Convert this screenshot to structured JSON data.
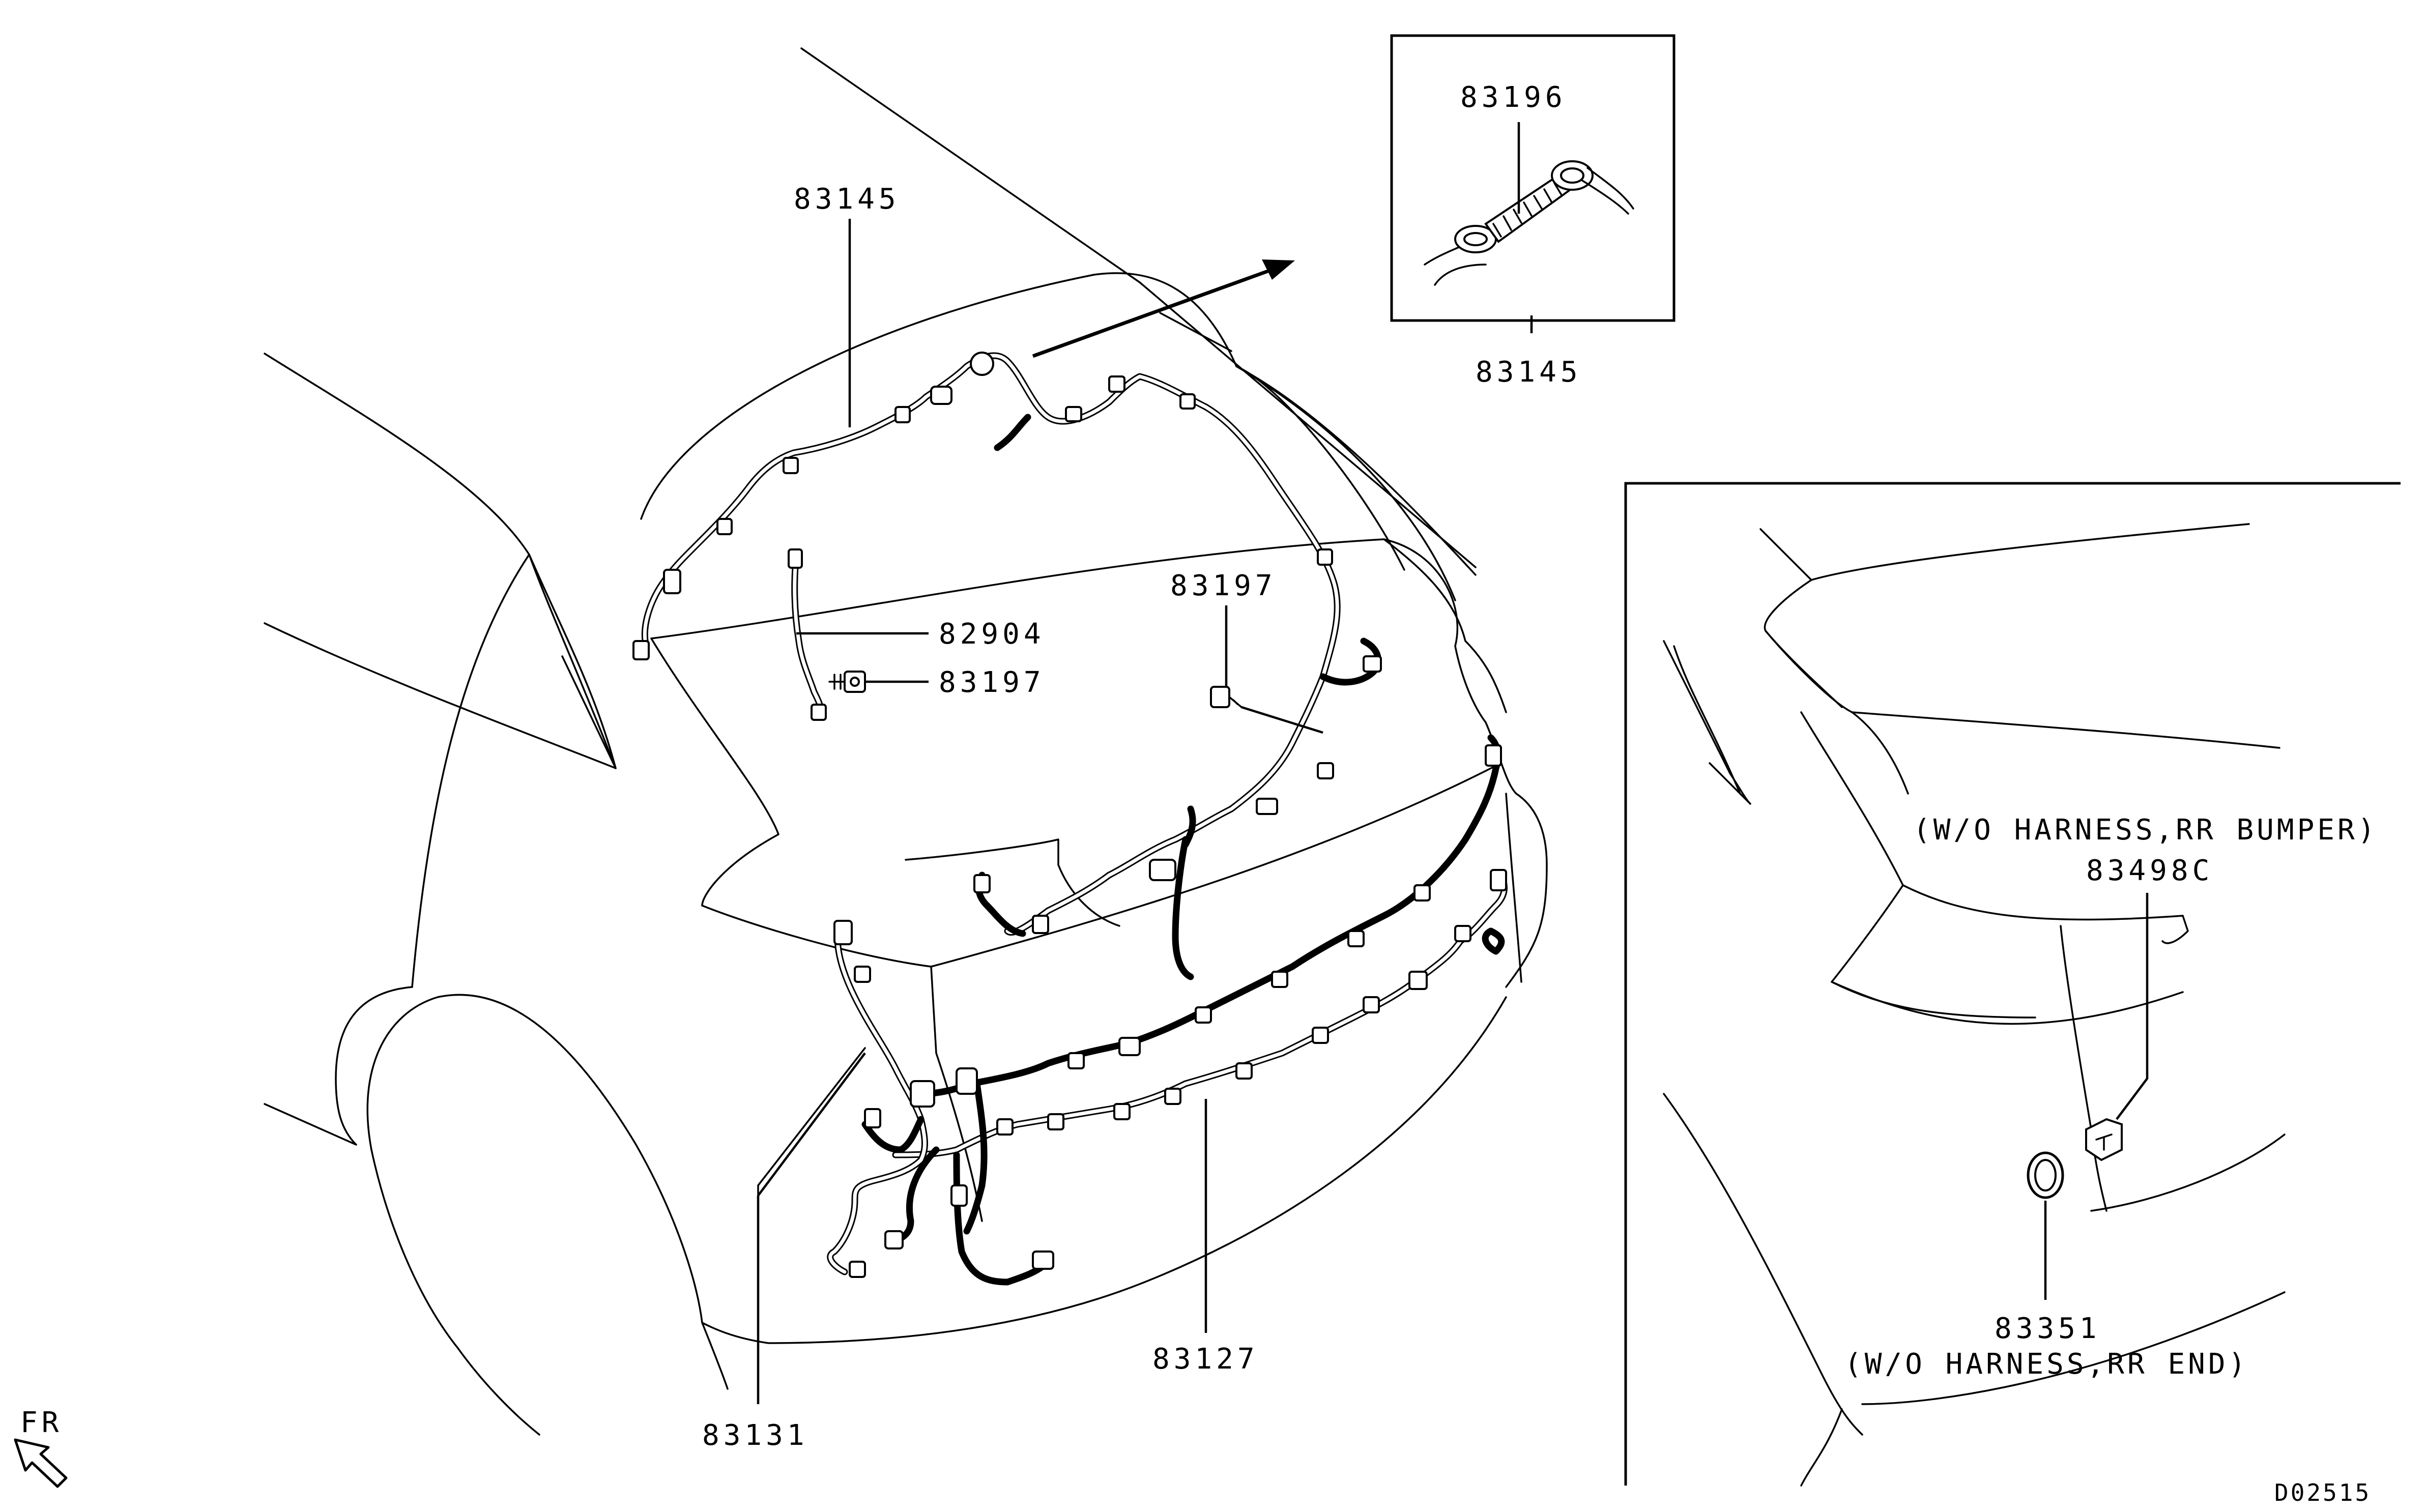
{
  "diagram": {
    "code": "D02515",
    "direction": "FR",
    "callouts": {
      "p83145_main": "83145",
      "p83145_detail": "83145",
      "p83196": "83196",
      "p82904": "82904",
      "p83197_a": "83197",
      "p83197_b": "83197",
      "p83127": "83127",
      "p83131": "83131",
      "p83498c": "83498C",
      "p83351": "83351"
    },
    "notes": {
      "rr_bumper": "(W/O HARNESS,RR BUMPER)",
      "rr_end": "(W/O HARNESS,RR END)"
    }
  }
}
